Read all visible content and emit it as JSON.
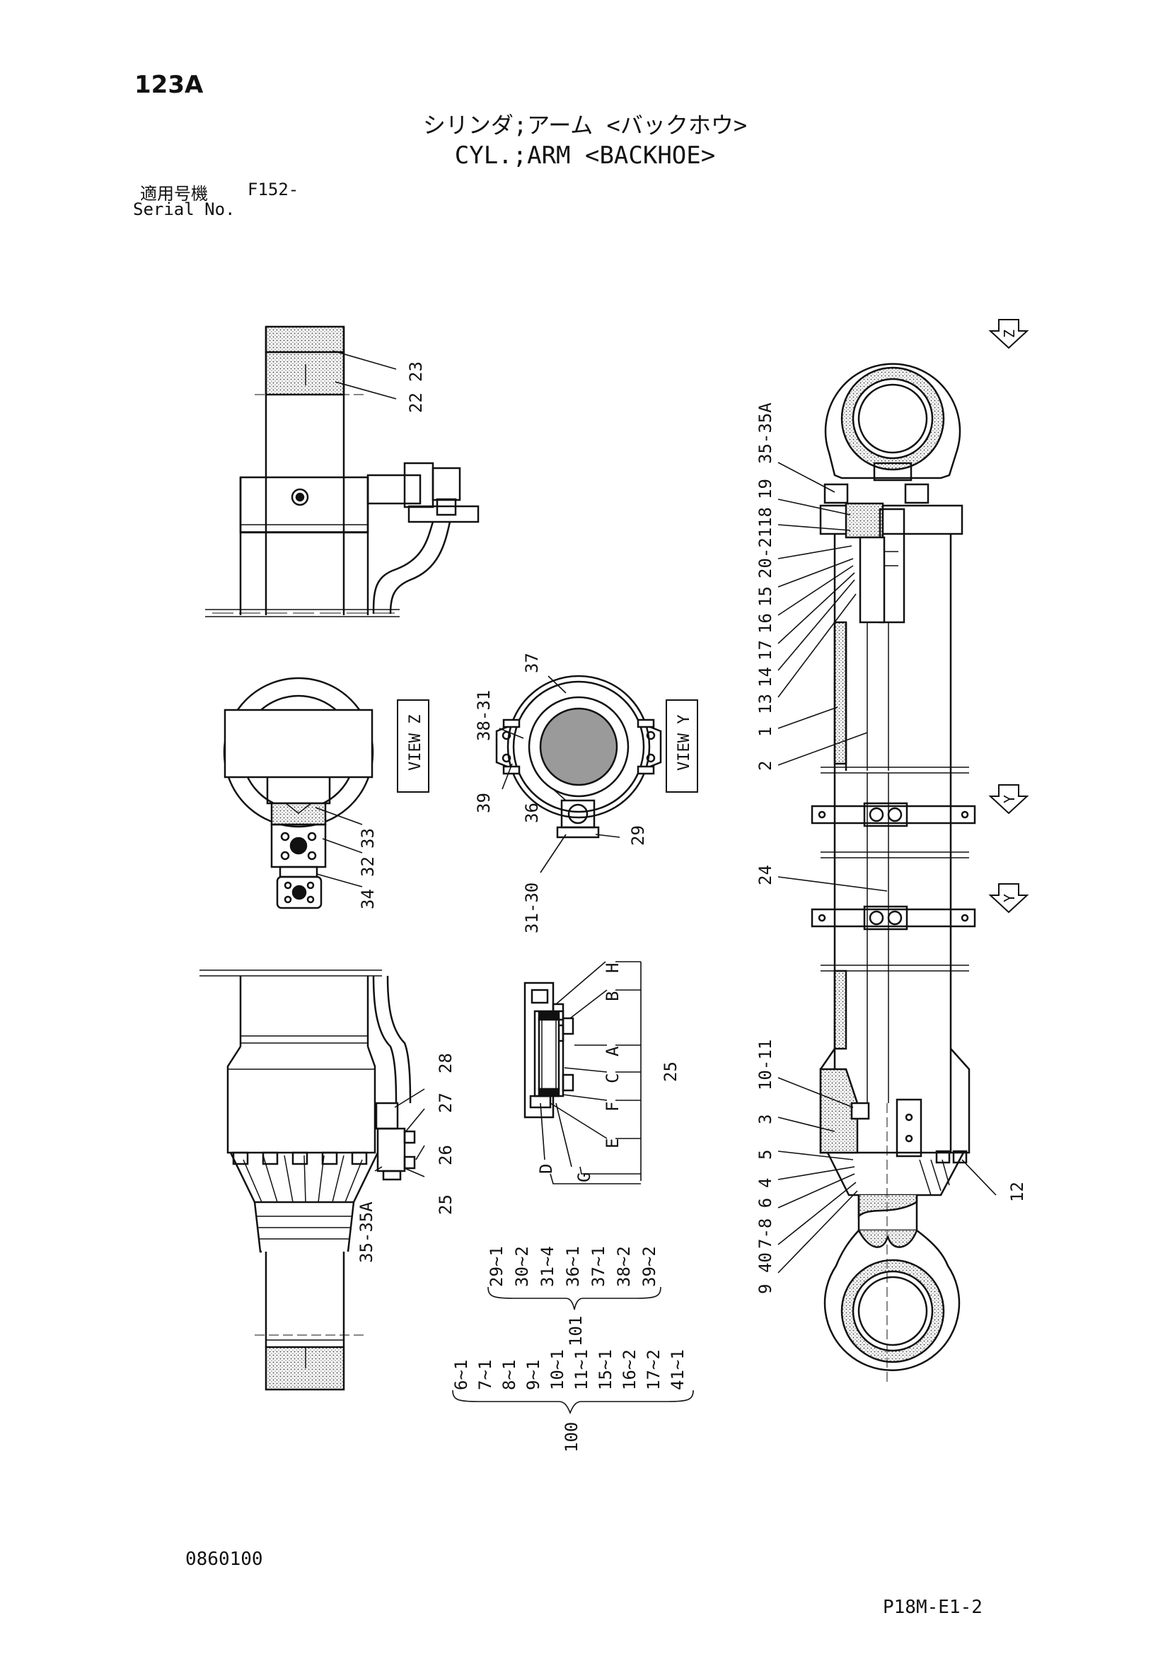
{
  "header": {
    "page_number": "123A",
    "title_jp": "シリンダ;アーム <バックホウ>",
    "title_en": "CYL.;ARM <BACKHOE>",
    "serial_label_jp": "適用号機",
    "serial_model": "F152-",
    "serial_label_en": "Serial No."
  },
  "views": {
    "view_z": "VIEW Z",
    "view_y": "VIEW Y",
    "marker_z": "Z",
    "marker_y": "Y"
  },
  "callouts": {
    "c22": "22",
    "c23": "23",
    "c33": "33",
    "c32": "32",
    "c34": "34",
    "c38_31": "38-31",
    "c37": "37",
    "c39": "39",
    "c36": "36",
    "c31_30": "31-30",
    "c29": "29",
    "c28": "28",
    "c27": "27",
    "c26": "26",
    "c25_left": "25",
    "c35_35a_left": "35-35A",
    "c35_35a_right": "35-35A",
    "c19": "19",
    "c18": "18",
    "c20_21": "20-21",
    "c15": "15",
    "c16": "16",
    "c17": "17",
    "c14": "14",
    "c13": "13",
    "c1": "1",
    "c2": "2",
    "c24": "24",
    "c10_11": "10-11",
    "c3": "3",
    "c5": "5",
    "c4": "4",
    "c7_8_6": "7-8 6",
    "c9": "9",
    "c40": "40",
    "c12": "12",
    "c25_detail": "25",
    "detail_H": "H",
    "detail_B": "B",
    "detail_A": "A",
    "detail_C": "C",
    "detail_F": "F",
    "detail_E": "E",
    "detail_D": "D",
    "detail_G": "G"
  },
  "kit_101": {
    "id": "101",
    "items": [
      "29~1",
      "30~2",
      "31~4",
      "36~1",
      "37~1",
      "38~2",
      "39~2"
    ]
  },
  "kit_100": {
    "id": "100",
    "items": [
      "6~1",
      "7~1",
      "8~1",
      "9~1",
      "10~1",
      "11~1",
      "15~1",
      "16~2",
      "17~2",
      "41~1"
    ]
  },
  "footer": {
    "doc_number": "0860100",
    "ref_code": "P18M-E1-2"
  }
}
